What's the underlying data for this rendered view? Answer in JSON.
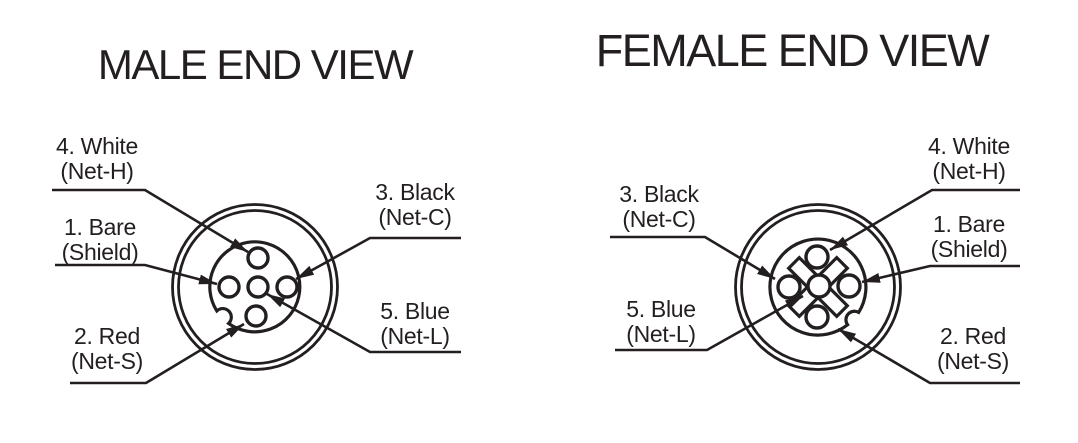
{
  "ink_color": "#231f20",
  "background_color": "#ffffff",
  "male": {
    "title": "MALE END VIEW",
    "labels": {
      "pin4": {
        "line1": "4. White",
        "line2": "(Net-H)"
      },
      "pin1": {
        "line1": "1. Bare",
        "line2": "(Shield)"
      },
      "pin2": {
        "line1": "2. Red",
        "line2": "(Net-S)"
      },
      "pin3": {
        "line1": "3. Black",
        "line2": "(Net-C)"
      },
      "pin5": {
        "line1": "5. Blue",
        "line2": "(Net-L)"
      }
    }
  },
  "female": {
    "title": "FEMALE END VIEW",
    "labels": {
      "pin3": {
        "line1": "3. Black",
        "line2": "(Net-C)"
      },
      "pin5": {
        "line1": "5. Blue",
        "line2": "(Net-L)"
      },
      "pin4": {
        "line1": "4. White",
        "line2": "(Net-H)"
      },
      "pin1": {
        "line1": "1. Bare",
        "line2": "(Shield)"
      },
      "pin2": {
        "line1": "2. Red",
        "line2": "(Net-S)"
      }
    }
  }
}
